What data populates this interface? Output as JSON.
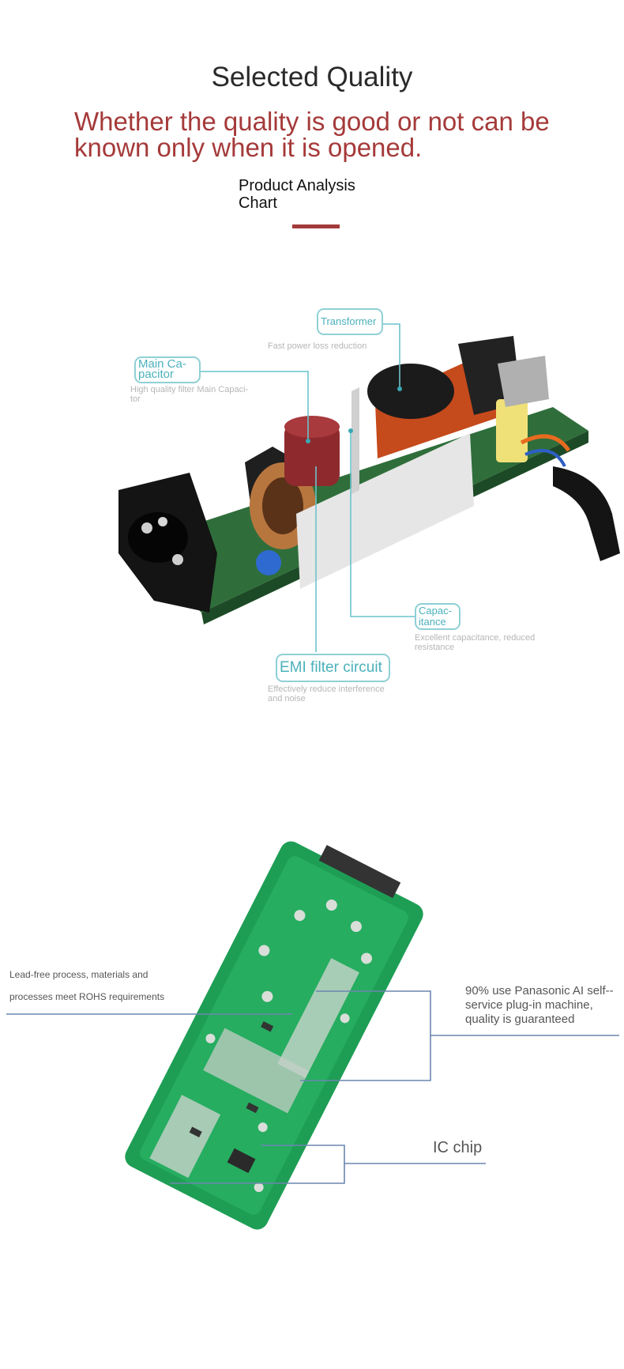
{
  "header": {
    "title": "Selected Quality",
    "subtitle": "Whether the quality is good or not can be known only when it is opened.",
    "chart_label": "Product Analysis Chart"
  },
  "product_diagram": {
    "transformer": {
      "label": "Transformer",
      "desc": "Fast power loss reduction"
    },
    "main_capacitor": {
      "label": "Main Ca-pacitor",
      "desc": "High quality filter Main Capaci-tor"
    },
    "capacitance": {
      "label": "Capac-itance",
      "desc": "Excellent capacitance, reduced resistance"
    },
    "emi_filter": {
      "label": "EMI filter circuit",
      "desc": "Effectively reduce interference and noise"
    }
  },
  "pcb_diagram": {
    "lead_free": "Lead-free process, materials and processes meet ROHS requirements",
    "panasonic": "90% use Panasonic AI self--service plug-in machine, quality is guaranteed",
    "ic_chip": "IC chip"
  },
  "colors": {
    "accent_red": "#a53a3a",
    "teal": "#4bb1bb",
    "pcb_green": "#1e9e55",
    "callout_blue": "#6b86b0"
  }
}
